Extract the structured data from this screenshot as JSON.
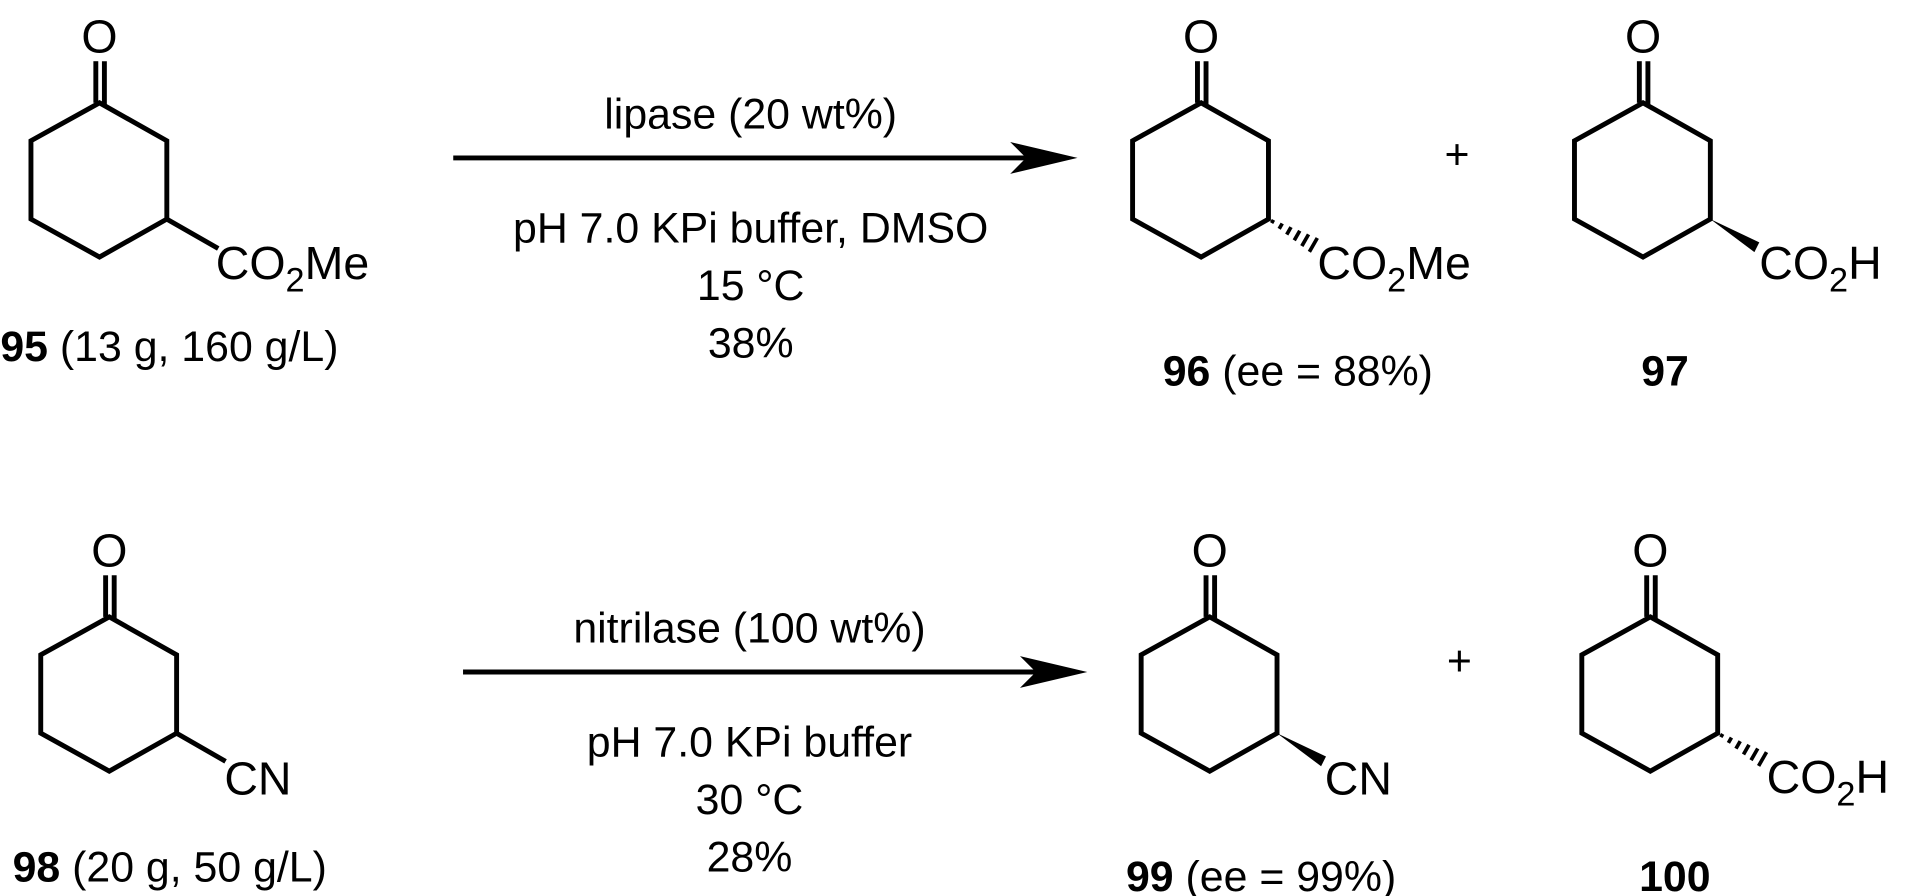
{
  "reactions": [
    {
      "substrate": {
        "id": "95",
        "detail": " (13 g, 160 g/L)",
        "carbonyl": "O",
        "group": {
          "main": "CO",
          "sub": "2",
          "tail": "Me"
        }
      },
      "conditions": {
        "above": "lipase (20 wt%)",
        "below": [
          "pH 7.0 KPi buffer, DMSO",
          "15 °C",
          "38%"
        ]
      },
      "plus": "+",
      "product1": {
        "id": "96",
        "detail": " (ee = 88%)",
        "carbonyl": "O",
        "group": {
          "main": "CO",
          "sub": "2",
          "tail": "Me"
        },
        "stereo": "hashed"
      },
      "product2": {
        "id": "97",
        "carbonyl": "O",
        "group": {
          "main": "CO",
          "sub": "2",
          "tail": "H"
        },
        "stereo": "wedge"
      }
    },
    {
      "substrate": {
        "id": "98",
        "detail": " (20 g, 50 g/L)",
        "carbonyl": "O",
        "group": {
          "main": "CN"
        }
      },
      "conditions": {
        "above": "nitrilase (100 wt%)",
        "below": [
          "pH 7.0 KPi buffer",
          "30 °C",
          "28%"
        ]
      },
      "plus": "+",
      "product1": {
        "id": "99",
        "detail": " (ee = 99%)",
        "carbonyl": "O",
        "group": {
          "main": "CN"
        },
        "stereo": "wedge"
      },
      "product2": {
        "id": "100",
        "carbonyl": "O",
        "group": {
          "main": "CO",
          "sub": "2",
          "tail": "H"
        },
        "stereo": "hashed"
      }
    }
  ]
}
